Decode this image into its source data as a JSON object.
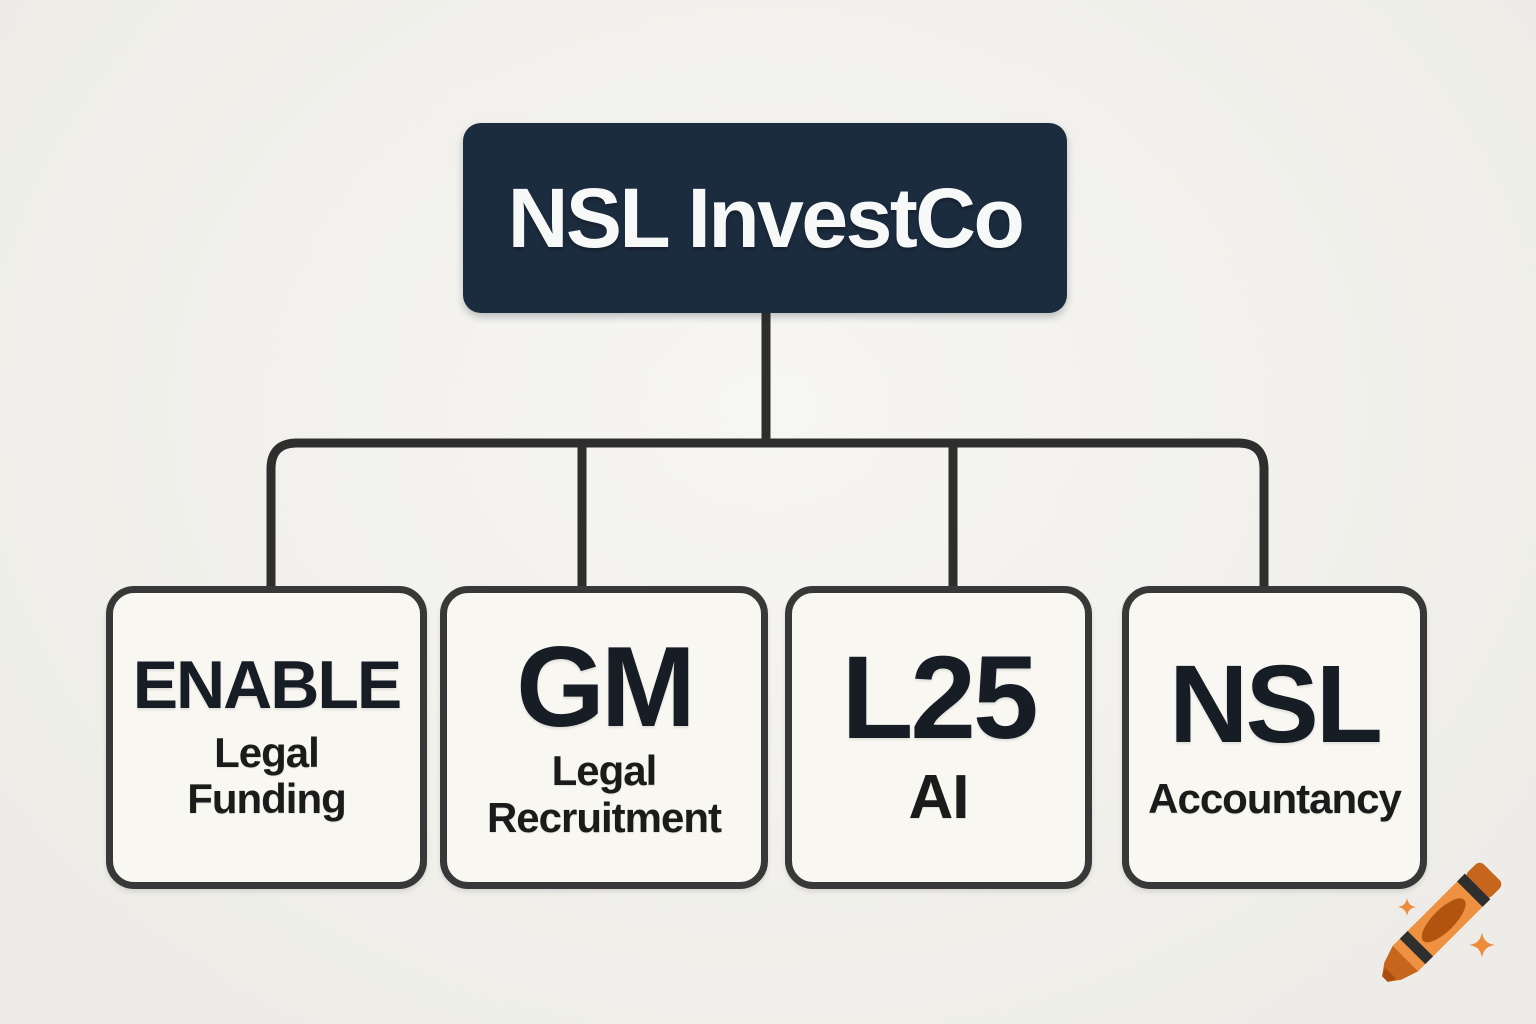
{
  "diagram": {
    "type": "org-chart",
    "root": {
      "label": "NSL InvestCo"
    },
    "children": [
      {
        "title": "ENABLE",
        "sub1": "Legal",
        "sub2": "Funding"
      },
      {
        "title": "GM",
        "sub1": "Legal",
        "sub2": "Recruitment"
      },
      {
        "title": "L25",
        "sub1": "AI",
        "sub2": null
      },
      {
        "title": "NSL",
        "sub1": "Accountancy",
        "sub2": null
      }
    ]
  },
  "colors": {
    "background": "#f2f1ec",
    "root_box_fill": "#1c2c3f",
    "root_text": "#ffffff",
    "connector": "#2e2e2e",
    "child_box_fill": "#f8f7f2",
    "child_box_border": "#383838",
    "child_text": "#171d25",
    "watermark_orange": "#ec8c3c"
  },
  "watermark": {
    "icon": "crayon-icon"
  }
}
